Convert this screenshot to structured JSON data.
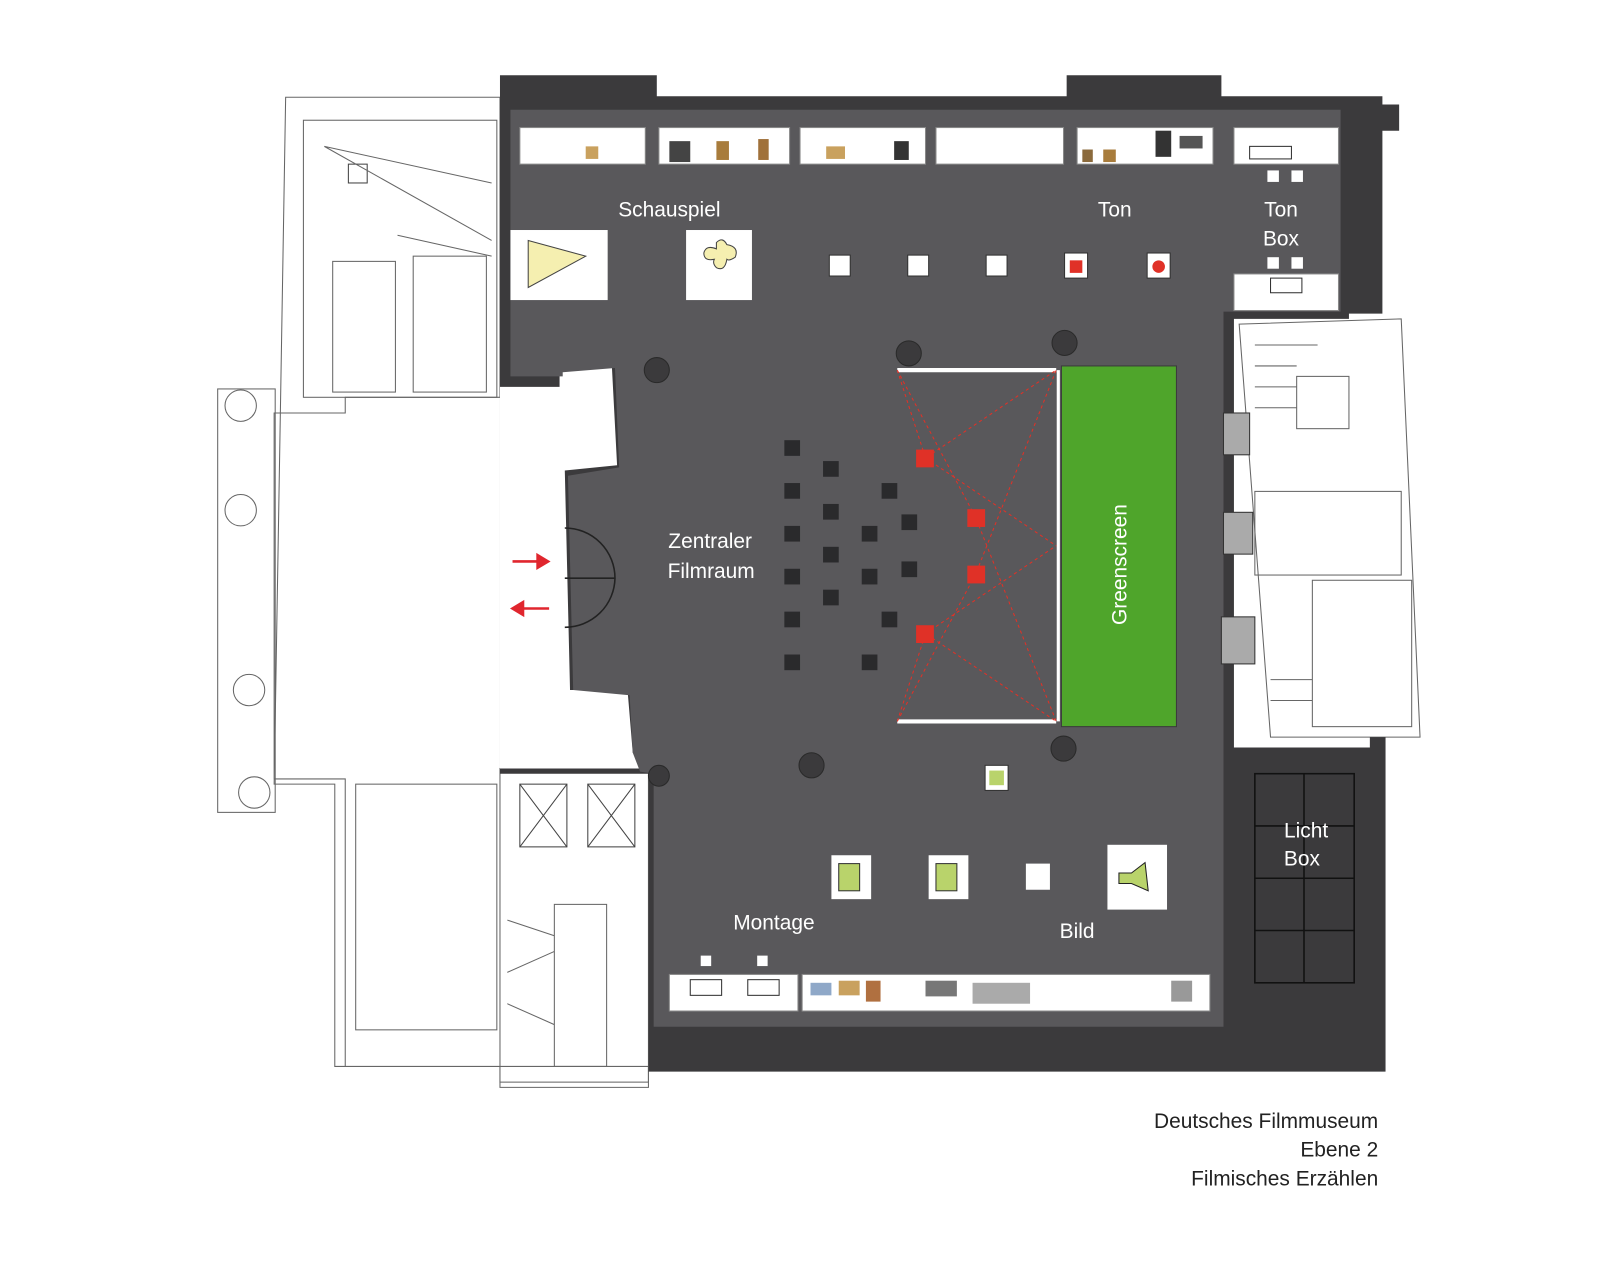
{
  "rooms": {
    "schauspiel": "Schauspiel",
    "ton": "Ton",
    "ton_box_1": "Ton",
    "ton_box_2": "Box",
    "zentral_1": "Zentraler",
    "zentral_2": "Filmraum",
    "greenscreen": "Greenscreen",
    "licht_box_1": "Licht",
    "licht_box_2": "Box",
    "montage": "Montage",
    "bild": "Bild"
  },
  "caption": {
    "line1": "Deutsches Filmmuseum",
    "line2": "Ebene 2",
    "line3": "Filmisches Erzählen"
  },
  "colors": {
    "floor": "#59585b",
    "wall": "#3b3a3c",
    "greenscreen": "#4fa52b",
    "marker": "#e03127",
    "arrow": "#e0262e"
  }
}
